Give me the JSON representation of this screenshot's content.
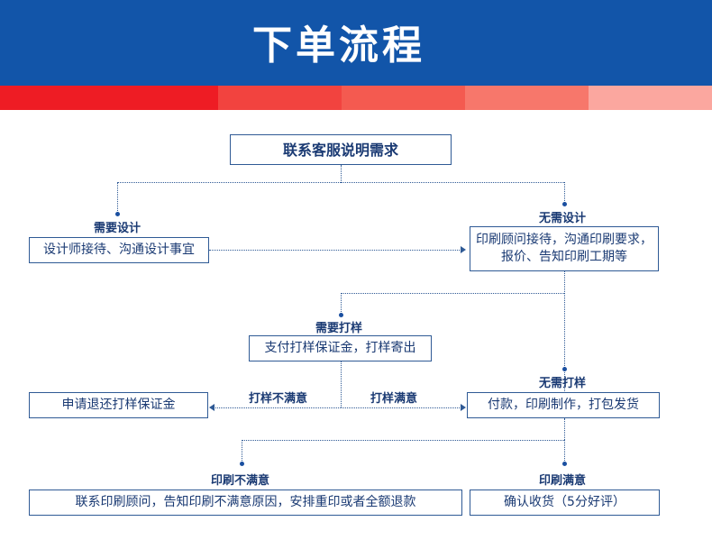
{
  "header": {
    "title": "下单流程"
  },
  "boxes": {
    "contact": "联系客服说明需求",
    "designer": "设计师接待、沟通设计事宜",
    "consultant_line1": "印刷顾问接待，沟通印刷要求，",
    "consultant_line2": "报价、告知印刷工期等",
    "proof_deposit": "支付打样保证金，打样寄出",
    "refund_deposit": "申请退还打样保证金",
    "payment": "付款，印刷制作，打包发货",
    "unsatisfied_print": "联系印刷顾问，告知印刷不满意原因，安排重印或者全额退款",
    "confirm": "确认收货（5分好评）"
  },
  "labels": {
    "need_design": "需要设计",
    "no_design": "无需设计",
    "need_proof": "需要打样",
    "no_proof": "无需打样",
    "proof_unsatisfied": "打样不满意",
    "proof_satisfied": "打样满意",
    "print_unsatisfied": "印刷不满意",
    "print_satisfied": "印刷满意"
  },
  "colors": {
    "header_bg": "#1255a9",
    "accent_red": "#ee1c24",
    "line": "#2f5a95"
  }
}
